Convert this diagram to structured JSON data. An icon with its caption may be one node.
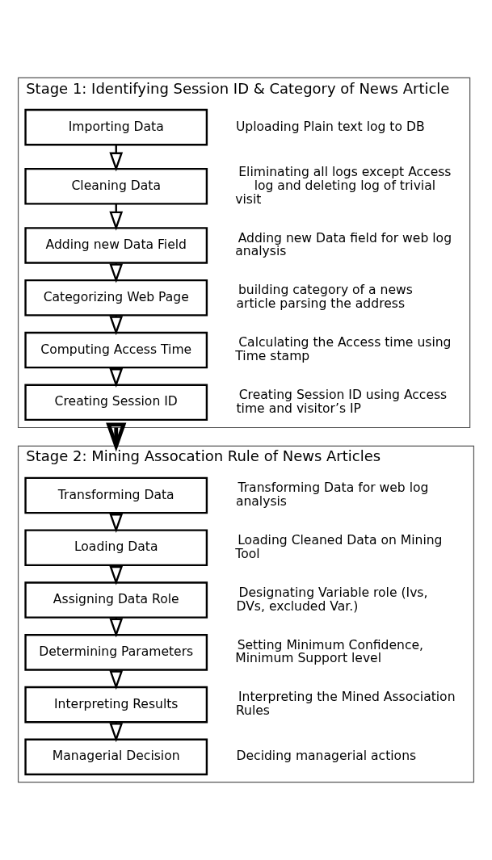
{
  "diagram": {
    "nodes": [
      {
        "text": [
          "Stage 1: Identifying Session ID & Category of News Article"
        ]
      },
      {
        "text": [
          "Importing Data"
        ],
        "in": 0,
        "beside": [
          "Uploading Plain text log to DB"
        ]
      },
      {
        "text": [
          "Cleaning Data"
        ],
        "in": 0,
        "beside": [
          "Eliminating all logs except Access log and deleting log of trivial visit"
        ]
      },
      {
        "text": [
          "Adding new Data Field"
        ],
        "in": 0,
        "beside": [
          "Adding new Data field for web log analysis"
        ]
      },
      {
        "text": [
          "Categorizing Web Page"
        ],
        "in": 0,
        "beside": [
          "building category of a news article parsing the address"
        ]
      },
      {
        "text": [
          "Computing Access Time"
        ],
        "in": 0,
        "beside": [
          "Calculating the Access time using Time stamp"
        ]
      },
      {
        "text": [
          "Creating Session ID"
        ],
        "in": 0,
        "beside": [
          "Creating Session ID using Access time and visitor’s IP"
        ]
      },
      {
        "text": [
          "Stage 2: Mining Assocation Rule of News Articles"
        ]
      },
      {
        "text": [
          "Transforming Data"
        ],
        "in": 7,
        "beside": [
          "Transforming Data for web log analysis"
        ]
      },
      {
        "text": [
          "Loading Data"
        ],
        "in": 7,
        "beside": [
          "Loading Cleaned Data on Mining Tool"
        ]
      },
      {
        "text": [
          "Assigning Data Role"
        ],
        "in": 7,
        "beside": [
          "Designating Variable role (Ivs, DVs, excluded Var.)"
        ]
      },
      {
        "text": [
          "Determining Parameters"
        ],
        "in": 7,
        "beside": [
          "Setting Minimum Confidence, Minimum Support level"
        ]
      },
      {
        "text": [
          "Interpreting Results"
        ],
        "in": 7,
        "beside": [
          "Interpreting the Mined Association Rules"
        ]
      },
      {
        "text": [
          "Managerial Decision"
        ],
        "in": 7,
        "beside": [
          "Deciding managerial actions"
        ]
      }
    ],
    "edges": [
      {
        "from": 1,
        "to": 2,
        "arrow": "to"
      },
      {
        "from": 2,
        "to": 3,
        "arrow": "to"
      },
      {
        "from": 3,
        "to": 4,
        "arrow": "to"
      },
      {
        "from": 4,
        "to": 5,
        "arrow": "to"
      },
      {
        "from": 5,
        "to": 6,
        "arrow": "to"
      },
      {
        "from": 0,
        "to": 7,
        "arrow": "to",
        "style": "thick"
      },
      {
        "from": 8,
        "to": 9,
        "arrow": "to"
      },
      {
        "from": 9,
        "to": 10,
        "arrow": "to"
      },
      {
        "from": 10,
        "to": 11,
        "arrow": "to"
      },
      {
        "from": 11,
        "to": 12,
        "arrow": "to"
      },
      {
        "from": 12,
        "to": 13,
        "arrow": "to"
      }
    ]
  }
}
